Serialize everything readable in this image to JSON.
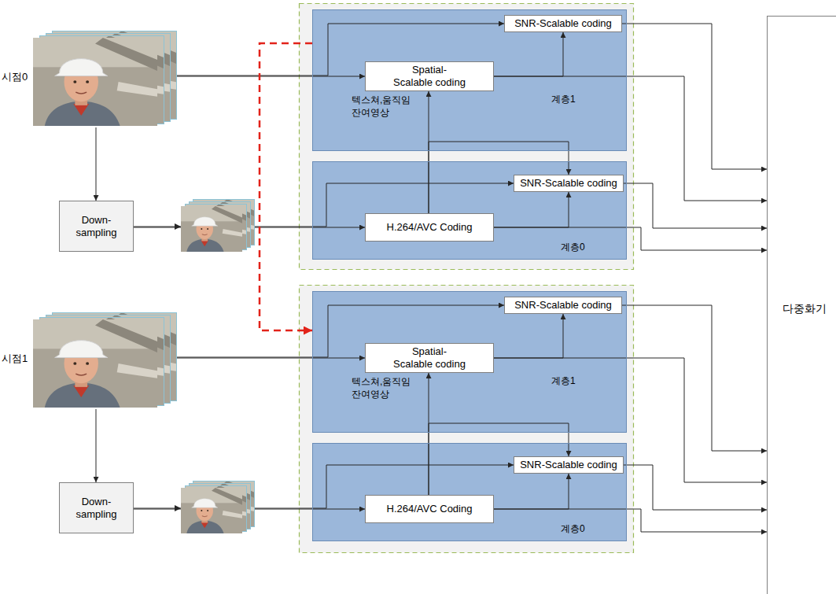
{
  "diagram": {
    "nodes": [
      {
        "text": [
          "시점0"
        ]
      },
      {
        "text": [
          "Down- sampling"
        ]
      },
      {
        "text": [
          "텍스쳐,움직임 잔여영상",
          "계층1"
        ]
      },
      {
        "text": [
          "SNR-Scalable coding"
        ],
        "in": 2
      },
      {
        "text": [
          "Spatial- Scalable coding"
        ],
        "in": 2
      },
      {
        "text": [
          "계층0"
        ]
      },
      {
        "text": [
          "SNR-Scalable coding"
        ],
        "in": 5
      },
      {
        "text": [
          "H.264/AVC Coding"
        ],
        "in": 5
      },
      {
        "text": [
          "시점1"
        ]
      },
      {
        "text": [
          "Down- sampling"
        ]
      },
      {
        "text": [
          "텍스쳐,움직임 잔여영상",
          "계층1"
        ]
      },
      {
        "text": [
          "SNR-Scalable coding"
        ],
        "in": 10
      },
      {
        "text": [
          "Spatial- Scalable coding"
        ],
        "in": 10
      },
      {
        "text": [
          "계층0"
        ]
      },
      {
        "text": [
          "SNR-Scalable coding"
        ],
        "in": 13
      },
      {
        "text": [
          "H.264/AVC Coding"
        ],
        "in": 13
      },
      {
        "text": [
          "다중화기"
        ]
      }
    ],
    "edges": [
      {
        "from": 0,
        "to": 1,
        "arrow": "to"
      },
      {
        "from": 0,
        "to": 4,
        "arrow": "to"
      },
      {
        "from": 0,
        "to": 3,
        "arrow": "to"
      },
      {
        "from": 1,
        "to": 7,
        "arrow": "to"
      },
      {
        "from": 1,
        "to": 6,
        "arrow": "to"
      },
      {
        "from": 7,
        "to": 4,
        "arrow": "to"
      },
      {
        "from": 7,
        "to": 6,
        "arrow": "to"
      },
      {
        "from": 7,
        "to": 6,
        "arrow": "to"
      },
      {
        "from": 4,
        "to": 3,
        "arrow": "to"
      },
      {
        "from": 3,
        "to": 16,
        "arrow": "to"
      },
      {
        "from": 4,
        "to": 16,
        "arrow": "to"
      },
      {
        "from": 6,
        "to": 16,
        "arrow": "to"
      },
      {
        "from": 7,
        "to": 16,
        "arrow": "to"
      },
      {
        "from": 2,
        "to": 10,
        "arrow": "to"
      },
      {
        "from": 8,
        "to": 9,
        "arrow": "to"
      },
      {
        "from": 8,
        "to": 12,
        "arrow": "to"
      },
      {
        "from": 8,
        "to": 11,
        "arrow": "to"
      },
      {
        "from": 9,
        "to": 15,
        "arrow": "to"
      },
      {
        "from": 9,
        "to": 14,
        "arrow": "to"
      },
      {
        "from": 15,
        "to": 12,
        "arrow": "to"
      },
      {
        "from": 15,
        "to": 14,
        "arrow": "to"
      },
      {
        "from": 15,
        "to": 14,
        "arrow": "to"
      },
      {
        "from": 12,
        "to": 11,
        "arrow": "to"
      },
      {
        "from": 11,
        "to": 16,
        "arrow": "to"
      },
      {
        "from": 12,
        "to": 16,
        "arrow": "to"
      },
      {
        "from": 14,
        "to": 16,
        "arrow": "to"
      },
      {
        "from": 15,
        "to": 16,
        "arrow": "to"
      }
    ]
  }
}
